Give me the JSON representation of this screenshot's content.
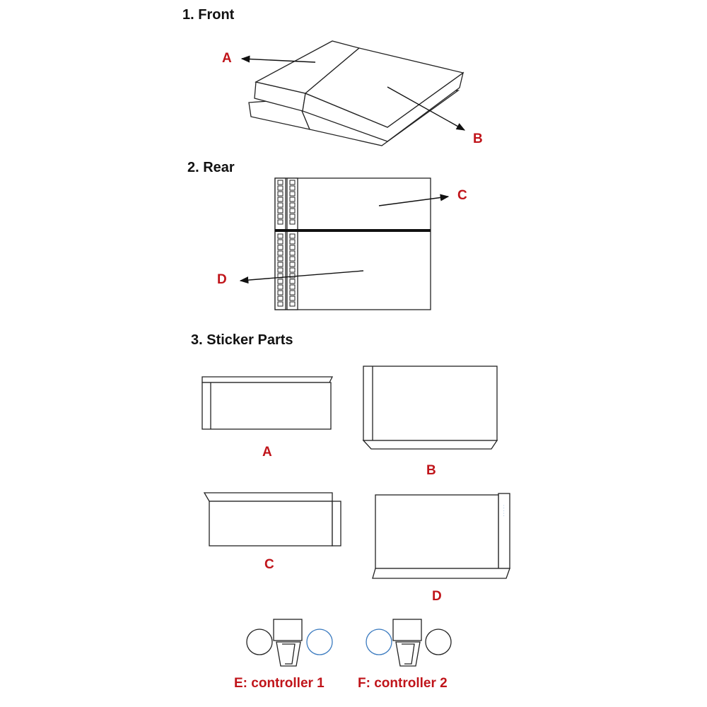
{
  "sections": {
    "front": {
      "heading": "1. Front",
      "labels": {
        "a": "A",
        "b": "B"
      }
    },
    "rear": {
      "heading": "2. Rear",
      "labels": {
        "c": "C",
        "d": "D"
      }
    },
    "parts": {
      "heading": "3. Sticker Parts",
      "labels": {
        "a": "A",
        "b": "B",
        "c": "C",
        "d": "D"
      },
      "controller_1": "E: controller 1",
      "controller_2": "F: controller 2"
    }
  },
  "colors": {
    "label_red": "#c0141a",
    "line": "#222222",
    "controller_circle_blue": "#3a7abf"
  }
}
